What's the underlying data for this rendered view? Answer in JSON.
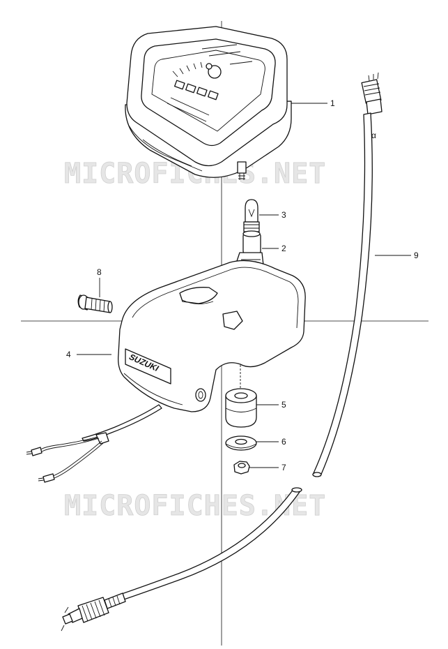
{
  "callouts": [
    {
      "label": "1",
      "part": "speedometer-assembly"
    },
    {
      "label": "2",
      "part": "bulb-socket"
    },
    {
      "label": "3",
      "part": "bulb"
    },
    {
      "label": "4",
      "part": "meter-case"
    },
    {
      "label": "5",
      "part": "cushion"
    },
    {
      "label": "6",
      "part": "washer"
    },
    {
      "label": "7",
      "part": "nut"
    },
    {
      "label": "8",
      "part": "bolt"
    },
    {
      "label": "9",
      "part": "speedometer-cable"
    }
  ],
  "watermark": {
    "text_top": "MICROFICHES.NET",
    "text_bottom": "MICROFICHES.NET"
  },
  "case_logo": "SUZUKI",
  "cable_marking": "α",
  "colors": {
    "line": "#111111",
    "background": "#ffffff",
    "watermark": "#e6e6e6"
  }
}
